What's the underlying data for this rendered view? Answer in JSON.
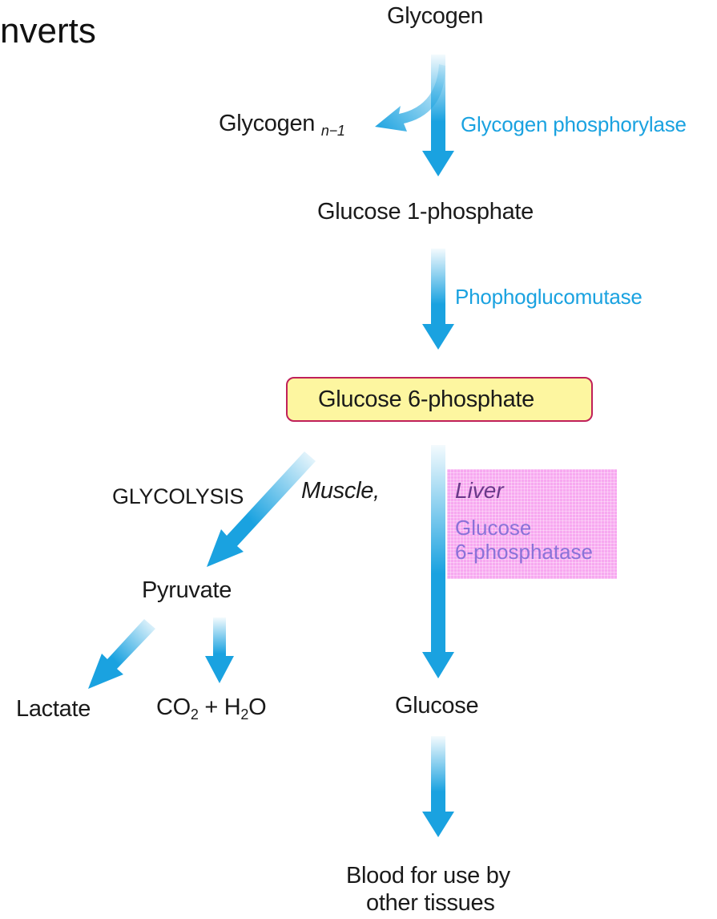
{
  "slide": {
    "partial_text": "nverts"
  },
  "nodes": {
    "glycogen": "Glycogen",
    "glycogen_n1": "Glycogen",
    "glycogen_n1_sub": "n−1",
    "glucose1p": "Glucose 1-phosphate",
    "glucose6p": "Glucose 6-phosphate",
    "glycolysis": "GLYCOLYSIS",
    "pyruvate": "Pyruvate",
    "lactate": "Lactate",
    "co2": "CO",
    "co2_sub": "2",
    "plus_h": " + H",
    "h2o_sub": "2",
    "o": "O",
    "glucose": "Glucose",
    "blood_line1": "Blood for use by",
    "blood_line2": "other tissues"
  },
  "enzymes": {
    "glycogen_phosphorylase": "Glycogen phosphorylase",
    "phosphoglucomutase": "Phophoglucomutase",
    "g6pase_line1": "Glucose",
    "g6pase_line2": "6-phosphatase"
  },
  "tissues": {
    "muscle": "Muscle,",
    "liver": "Liver"
  },
  "colors": {
    "arrow": "#1aa2e0",
    "enzyme_text": "#1aa2e0",
    "highlight_fill": "#fdf6a0",
    "highlight_border": "#c0205a",
    "liver_box": "#f7a8f0"
  }
}
